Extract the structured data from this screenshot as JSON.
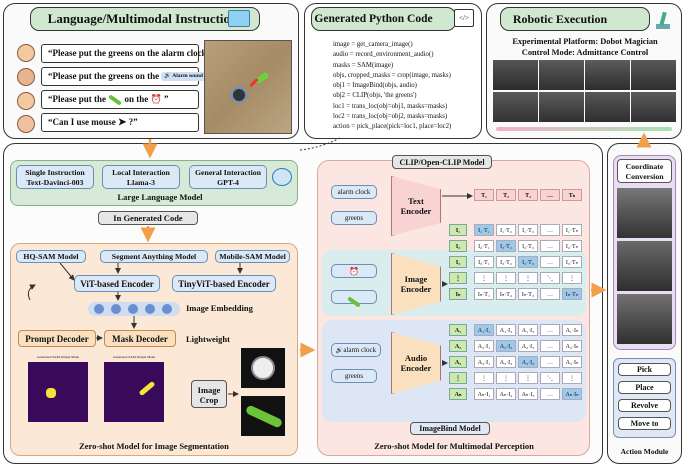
{
  "language_panel": {
    "title": "Language/Multimodal Instructions",
    "q1": "“Please put the greens on the alarm clock”",
    "q2_prefix": "“Please put the greens on the",
    "q2_audio": "Alarm sound",
    "q2_suffix": "”",
    "q3_prefix": "“Please  put  the",
    "q3_mid": "on  the",
    "q3_suffix": "”",
    "q4_prefix": "“Can I use mouse",
    "q4_suffix": "?”"
  },
  "code_panel": {
    "title": "Generated Python Code",
    "lines": [
      "image = get_camera_image()",
      "audio = record_environment_audio()",
      "masks = SAM(image)",
      "objs, cropped_masks = crop(image, masks)",
      "obj1 = ImageBind(objs, audio)",
      "obj2 = CLIP(objs, 'the greens')",
      "loc1 = trans_loc(obj=obj1, masks=masks)",
      "loc2 = trans_loc(obj=obj2, masks=masks)",
      "action = pick_place(pick=loc1, place=loc2)"
    ]
  },
  "robot_panel": {
    "title": "Robotic Execution",
    "platform": "Experimental Platform: Dobot Magician",
    "control": "Control Mode: Admittance Control"
  },
  "llm": {
    "m1a": "Single Instruction",
    "m1b": "Text-Davinci-003",
    "m2a": "Local Interaction",
    "m2b": "Llama-3",
    "m3a": "General Interaction",
    "m3b": "GPT-4",
    "label": "Large Language Model",
    "in_code": "In Generated Code"
  },
  "seg": {
    "hq": "HQ-SAM Model",
    "sam": "Segment Anything Model",
    "mobile": "Mobile-SAM Model",
    "vit": "ViT-based Encoder",
    "tiny": "TinyViT-based Encoder",
    "embedding": "Image Embedding",
    "prompt": "Prompt Decoder",
    "mask": "Mask Decoder",
    "lightweight": "Lightweight",
    "crop": "Image Crop",
    "plot1": "Generated SAM Output Mask",
    "plot2": "Generated SAM Output Mask",
    "caption": "Zero-shot Model for Image Segmentation"
  },
  "clip": {
    "title": "CLIP/Open-CLIP Model",
    "in1": "alarm clock",
    "in2": "greens",
    "text_enc": "Text Encoder",
    "image_enc": "Image Encoder",
    "audio_enc": "Audio Encoder",
    "audio_in1": "alarm clock",
    "audio_in2": "greens",
    "imagebind": "ImageBind Model",
    "caption": "Zero-shot Model for Multimodal Perception"
  },
  "matrix_text_header": [
    "T₁",
    "T₂",
    "T₃",
    "…",
    "Tₙ"
  ],
  "matrix_image_labels": [
    "I₁",
    "I₂",
    "I₃",
    "⋮",
    "Iₙ"
  ],
  "matrix_image_rows": [
    [
      "I₁·T₁",
      "I₁·T₂",
      "I₁·T₃",
      "…",
      "I₁·Tₙ"
    ],
    [
      "I₂·T₁",
      "I₂·T₂",
      "I₂·T₃",
      "…",
      "I₂·Tₙ"
    ],
    [
      "I₃·T₁",
      "I₃·T₂",
      "I₃·T₃",
      "…",
      "I₃·Tₙ"
    ],
    [
      "⋮",
      "⋮",
      "⋮",
      "⋱",
      "⋮"
    ],
    [
      "Iₙ·T₁",
      "Iₙ·T₂",
      "Iₙ·T₃",
      "…",
      "Iₙ·Tₙ"
    ]
  ],
  "matrix_audio_labels": [
    "A₁",
    "A₂",
    "A₃",
    "⋮",
    "Aₙ"
  ],
  "matrix_audio_rows": [
    [
      "A₁·I₁",
      "A₁·I₂",
      "A₁·I₃",
      "…",
      "A₁·Iₙ"
    ],
    [
      "A₂·I₁",
      "A₂·I₂",
      "A₂·I₃",
      "…",
      "A₂·Iₙ"
    ],
    [
      "A₃·I₁",
      "A₃·I₂",
      "A₃·I₃",
      "…",
      "A₃·Iₙ"
    ],
    [
      "⋮",
      "⋮",
      "⋮",
      "⋱",
      "⋮"
    ],
    [
      "Aₙ·I₁",
      "Aₙ·I₂",
      "Aₙ·I₃",
      "…",
      "Aₙ·Iₙ"
    ]
  ],
  "action": {
    "coord": "Coordinate Conversion",
    "pick": "Pick",
    "place": "Place",
    "revolve": "Revolve",
    "move": "Move to",
    "label": "Action Module"
  },
  "colors": {
    "header_green": "#cfe8cf",
    "seg_bg": "#fce8d6",
    "clip_bg": "#fce6e2",
    "image_band": "#d9ecee",
    "audio_band": "#dce6f4",
    "arrow_orange": "#f0a04b",
    "highlight_blue": "#9cc9ec"
  }
}
